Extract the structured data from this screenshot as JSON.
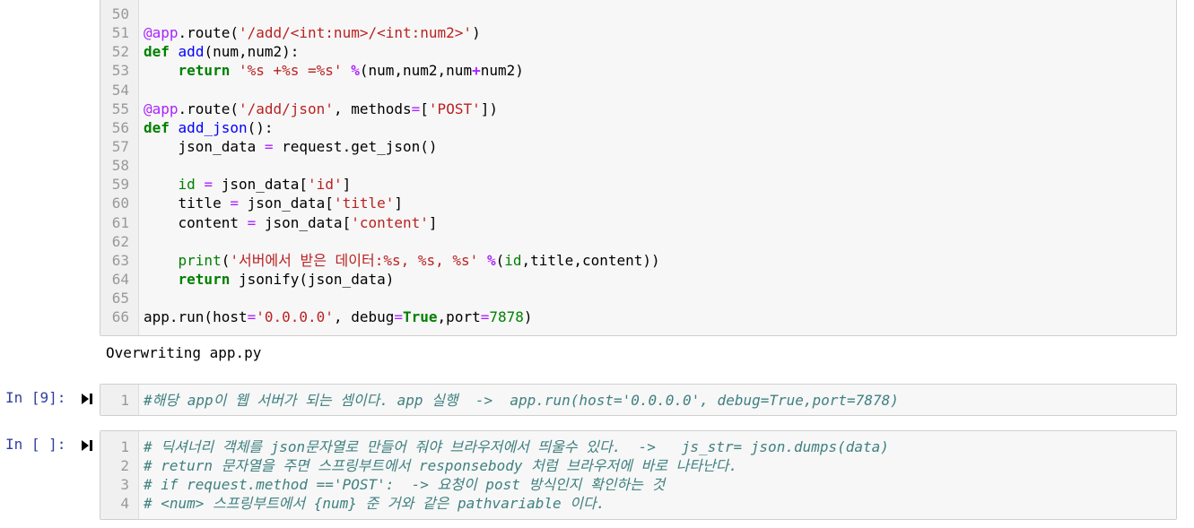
{
  "cell_top": {
    "lines": [
      {
        "num": "50",
        "tokens": []
      },
      {
        "num": "51",
        "tokens": [
          [
            "meta",
            "@app"
          ],
          [
            "plain",
            ".route("
          ],
          [
            "string",
            "'/add/<int:num>/<int:num2>'"
          ],
          [
            "plain",
            ")"
          ]
        ]
      },
      {
        "num": "52",
        "tokens": [
          [
            "keyword",
            "def"
          ],
          [
            "plain",
            " "
          ],
          [
            "def",
            "add"
          ],
          [
            "plain",
            "(num,num2):"
          ]
        ]
      },
      {
        "num": "53",
        "tokens": [
          [
            "plain",
            "    "
          ],
          [
            "keyword",
            "return"
          ],
          [
            "plain",
            " "
          ],
          [
            "string",
            "'%s +%s =%s'"
          ],
          [
            "plain",
            " "
          ],
          [
            "op",
            "%"
          ],
          [
            "plain",
            "(num,num2,num"
          ],
          [
            "op",
            "+"
          ],
          [
            "plain",
            "num2)"
          ]
        ]
      },
      {
        "num": "54",
        "tokens": []
      },
      {
        "num": "55",
        "tokens": [
          [
            "meta",
            "@app"
          ],
          [
            "plain",
            ".route("
          ],
          [
            "string",
            "'/add/json'"
          ],
          [
            "plain",
            ", methods"
          ],
          [
            "eq",
            "="
          ],
          [
            "plain",
            "["
          ],
          [
            "string",
            "'POST'"
          ],
          [
            "plain",
            "])"
          ]
        ]
      },
      {
        "num": "56",
        "tokens": [
          [
            "keyword",
            "def"
          ],
          [
            "plain",
            " "
          ],
          [
            "def",
            "add_json"
          ],
          [
            "plain",
            "():"
          ]
        ]
      },
      {
        "num": "57",
        "tokens": [
          [
            "plain",
            "    json_data "
          ],
          [
            "eq",
            "="
          ],
          [
            "plain",
            " request.get_json()"
          ]
        ]
      },
      {
        "num": "58",
        "tokens": []
      },
      {
        "num": "59",
        "tokens": [
          [
            "plain",
            "    "
          ],
          [
            "builtin",
            "id"
          ],
          [
            "plain",
            " "
          ],
          [
            "eq",
            "="
          ],
          [
            "plain",
            " json_data["
          ],
          [
            "string",
            "'id'"
          ],
          [
            "plain",
            "]"
          ]
        ]
      },
      {
        "num": "60",
        "tokens": [
          [
            "plain",
            "    title "
          ],
          [
            "eq",
            "="
          ],
          [
            "plain",
            " json_data["
          ],
          [
            "string",
            "'title'"
          ],
          [
            "plain",
            "]"
          ]
        ]
      },
      {
        "num": "61",
        "tokens": [
          [
            "plain",
            "    content "
          ],
          [
            "eq",
            "="
          ],
          [
            "plain",
            " json_data["
          ],
          [
            "string",
            "'content'"
          ],
          [
            "plain",
            "]"
          ]
        ]
      },
      {
        "num": "62",
        "tokens": []
      },
      {
        "num": "63",
        "tokens": [
          [
            "plain",
            "    "
          ],
          [
            "builtin",
            "print"
          ],
          [
            "plain",
            "("
          ],
          [
            "string",
            "'서버에서 받은 데이터:%s, %s, %s'"
          ],
          [
            "plain",
            " "
          ],
          [
            "op",
            "%"
          ],
          [
            "plain",
            "("
          ],
          [
            "builtin",
            "id"
          ],
          [
            "plain",
            ",title,content))"
          ]
        ]
      },
      {
        "num": "64",
        "tokens": [
          [
            "plain",
            "    "
          ],
          [
            "keyword",
            "return"
          ],
          [
            "plain",
            " jsonify(json_data)"
          ]
        ]
      },
      {
        "num": "65",
        "tokens": []
      },
      {
        "num": "66",
        "tokens": [
          [
            "plain",
            "app.run(host"
          ],
          [
            "eq",
            "="
          ],
          [
            "string",
            "'0.0.0.0'"
          ],
          [
            "plain",
            ", debug"
          ],
          [
            "eq",
            "="
          ],
          [
            "keyword",
            "True"
          ],
          [
            "plain",
            ",port"
          ],
          [
            "eq",
            "="
          ],
          [
            "number",
            "7878"
          ],
          [
            "plain",
            ")"
          ]
        ]
      }
    ],
    "output": "Overwriting app.py"
  },
  "cell_9": {
    "prompt": "In [9]:",
    "lines": [
      {
        "num": "1",
        "tokens": [
          [
            "comment",
            "#해당 app이 웹 서버가 되는 셈이다. app 실행  ->  app.run(host='0.0.0.0', debug=True,port=7878)"
          ]
        ]
      }
    ]
  },
  "cell_empty": {
    "prompt": "In [ ]:",
    "lines": [
      {
        "num": "1",
        "tokens": [
          [
            "comment",
            "# 딕셔너리 객체를 json문자열로 만들어 줘야 브라우저에서 띄울수 있다.  ->   js_str= json.dumps(data)"
          ]
        ]
      },
      {
        "num": "2",
        "tokens": [
          [
            "comment",
            "# return 문자열을 주면 스프링부트에서 responsebody 처럼 브라우저에 바로 나타난다."
          ]
        ]
      },
      {
        "num": "3",
        "tokens": [
          [
            "comment",
            "# if request.method =='POST':  -> 요청이 post 방식인지 확인하는 것"
          ]
        ]
      },
      {
        "num": "4",
        "tokens": [
          [
            "comment",
            "# <num> 스프링부트에서 {num} 준 거와 같은 pathvariable 이다."
          ]
        ]
      }
    ]
  },
  "icons": {
    "run": "step-forward-icon"
  }
}
